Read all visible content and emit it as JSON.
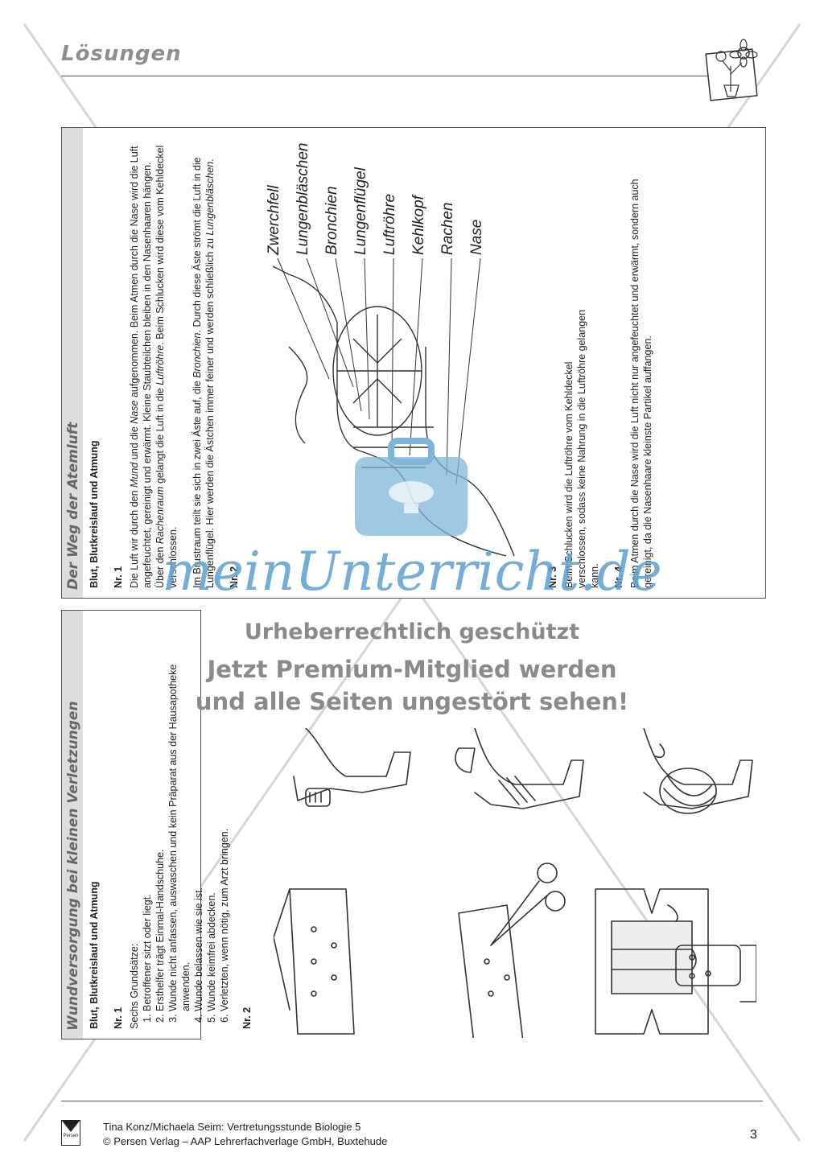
{
  "header": {
    "title": "Lösungen"
  },
  "left_card": {
    "title": "Wundversorgung bei kleinen Verletzungen",
    "subtitle": "Blut, Blutkreislauf und Atmung",
    "nr1": "Nr. 1",
    "intro": "Sechs Grundsätze:",
    "items": [
      "Betroffener sitzt oder liegt.",
      "Ersthelfer trägt Einmal-Handschuhe.",
      "Wunde nicht anfassen, auswaschen und kein Präparat aus der Hausapotheke anwenden.",
      "Wunde belassen wie sie ist.",
      "Wunde keimfrei abdecken.",
      "Verletzten, wenn nötig, zum Arzt bringen."
    ],
    "nr2": "Nr. 2"
  },
  "right_card": {
    "title": "Der Weg der Atemluft",
    "subtitle": "Blut, Blutkreislauf und Atmung",
    "nr1": "Nr. 1",
    "p1_a": "Die Luft wir durch den ",
    "p1_mund": "Mund",
    "p1_b": " und die ",
    "p1_nase": "Nase",
    "p1_c": " aufgenommen. Beim Atmen durch die Nase wird die Luft angefeuchtet, gereinigt und erwärmt. Kleine Staubteilchen bleiben in den Nasenhaaren hängen. Über den ",
    "p1_rachen": "Rachenraum",
    "p1_d": " gelangt die Luft in die ",
    "p1_luft": "Luftröhre",
    "p1_e": ". Beim Schlucken wird diese vom Kehldeckel verschlossen.",
    "p2_a": "Im Brustraum teilt sie sich in zwei Äste auf, die ",
    "p2_bron": "Bronchien",
    "p2_b": ". Durch diese Äste strömt die Luft in die Lungenflügel. Hier werden die Ästchen immer feiner und werden schließlich zu ",
    "p2_lung": "Lungenbläschen",
    "p2_c": ".",
    "nr2": "Nr. 2",
    "labels": [
      "Nase",
      "Rachen",
      "Kehlkopf",
      "Luftröhre",
      "Lungenflügel",
      "Bronchien",
      "Lungenbläschen",
      "Zwerchfell"
    ],
    "nr3": "Nr. 3",
    "p3": "Beim Schlucken wird die Luftröhre vom Kehldeckel verschlossen, sodass keine Nahrung in die Luftröhre gelangen kann.",
    "nr4": "Nr. 4",
    "p4": "Beim Atmen durch die Nase wird die Luft nicht nur angefeuchtet und erwärmt, sondern auch gereinigt, da die Nasenhaare kleinste Partikel auffangen."
  },
  "watermark": {
    "brand": "meinUnterricht.de",
    "line1": "Urheberrechtlich geschützt",
    "line2": "Jetzt Premium-Mitglied werden",
    "line3": "und alle Seiten ungestört sehen!"
  },
  "footer": {
    "publisher_logo": "Persen",
    "line1": "Tina Konz/Michaela Seim: Vertretungsstunde Biologie 5",
    "line2": "© Persen Verlag – AAP Lehrerfachverlage GmbH, Buxtehude",
    "page": "3"
  }
}
